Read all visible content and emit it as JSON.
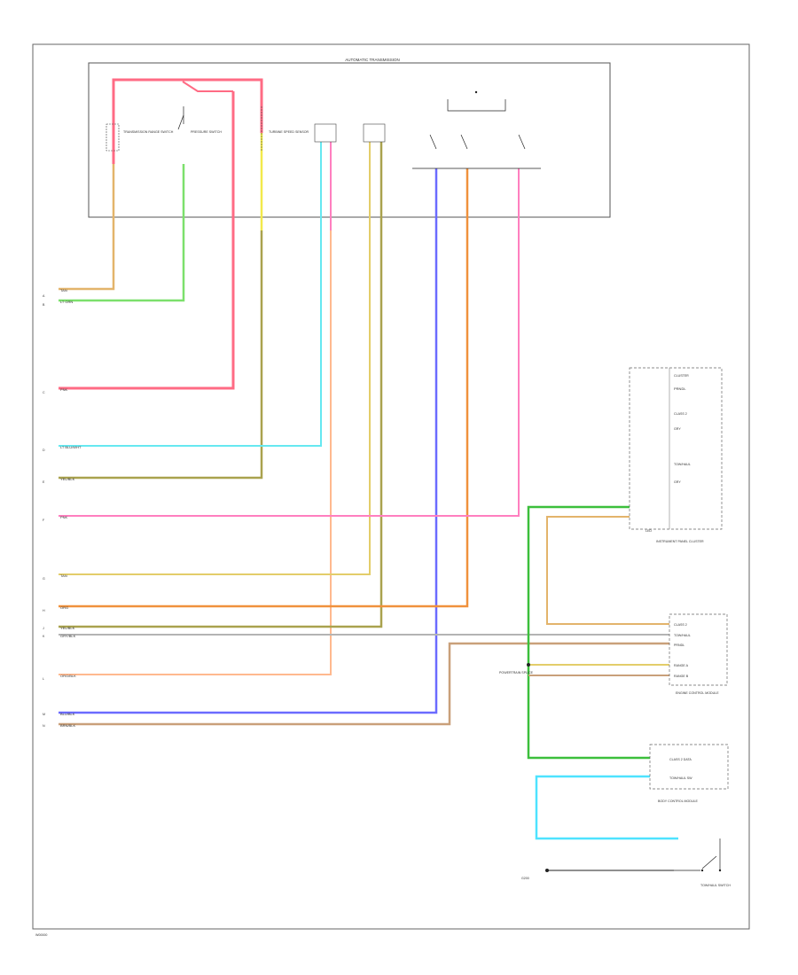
{
  "title": "AUTOMATIC TRANSMISSION",
  "footer": "W00000",
  "colors": {
    "tan": "#e3b46b",
    "lt_grn": "#7ce06c",
    "pink_red": "#ff6b84",
    "yellow": "#f2e94b",
    "olive": "#a9a24e",
    "lt_blu": "#66e8f0",
    "pink": "#ff7fbf",
    "peach": "#ffb98f",
    "orange": "#f0913c",
    "tan_yel": "#e3cd6a",
    "gray": "#b4b4b4",
    "blue": "#6b6bff",
    "brown": "#c9a07a",
    "green": "#3cbf3c",
    "cyan": "#4ee3ff"
  },
  "switch_labels": [
    "TRANSMISSION RANGE SWITCH",
    "PRESSURE SWITCH",
    "TURBINE SPEED SENSOR"
  ],
  "wire_labels": {
    "tan": "TAN",
    "lt_grn": "LT GRN",
    "pink_red": "PNK",
    "lt_blu": "LT BLU/WHT",
    "olive": "YEL/BLK",
    "pink": "PNK",
    "tan_yel": "TAN",
    "orange": "ORG",
    "yel_blk": "YEL/BLK",
    "gray": "GRY/BLK",
    "peach": "ORG/BLK",
    "blue": "BLU/BLK",
    "brown": "BRN/BLK"
  },
  "left_pins": [
    "A",
    "B",
    "C",
    "D",
    "E",
    "F",
    "G",
    "H",
    "J",
    "K",
    "L",
    "M",
    "N"
  ],
  "components": {
    "ipc": "INSTRUMENT PANEL CLUSTER",
    "ecm": "ENGINE CONTROL MODULE",
    "bcm": "BODY CONTROL MODULE",
    "splice": "POWERTRAIN SPLICE",
    "shift_switch": "TOW/HAUL SWITCH",
    "ground": "G200"
  },
  "ipc_texts": [
    "CLUSTER",
    "PRNDL",
    "CLASS 2",
    "GRY",
    "TOW/HAUL",
    "GRY",
    "LED"
  ],
  "ecm_texts": [
    "CLASS 2",
    "TOW/HAUL",
    "PRNDL",
    "RANGE A",
    "RANGE B"
  ],
  "bcm_texts": [
    "CLASS 2 DATA",
    "TOW/HAUL SW"
  ]
}
